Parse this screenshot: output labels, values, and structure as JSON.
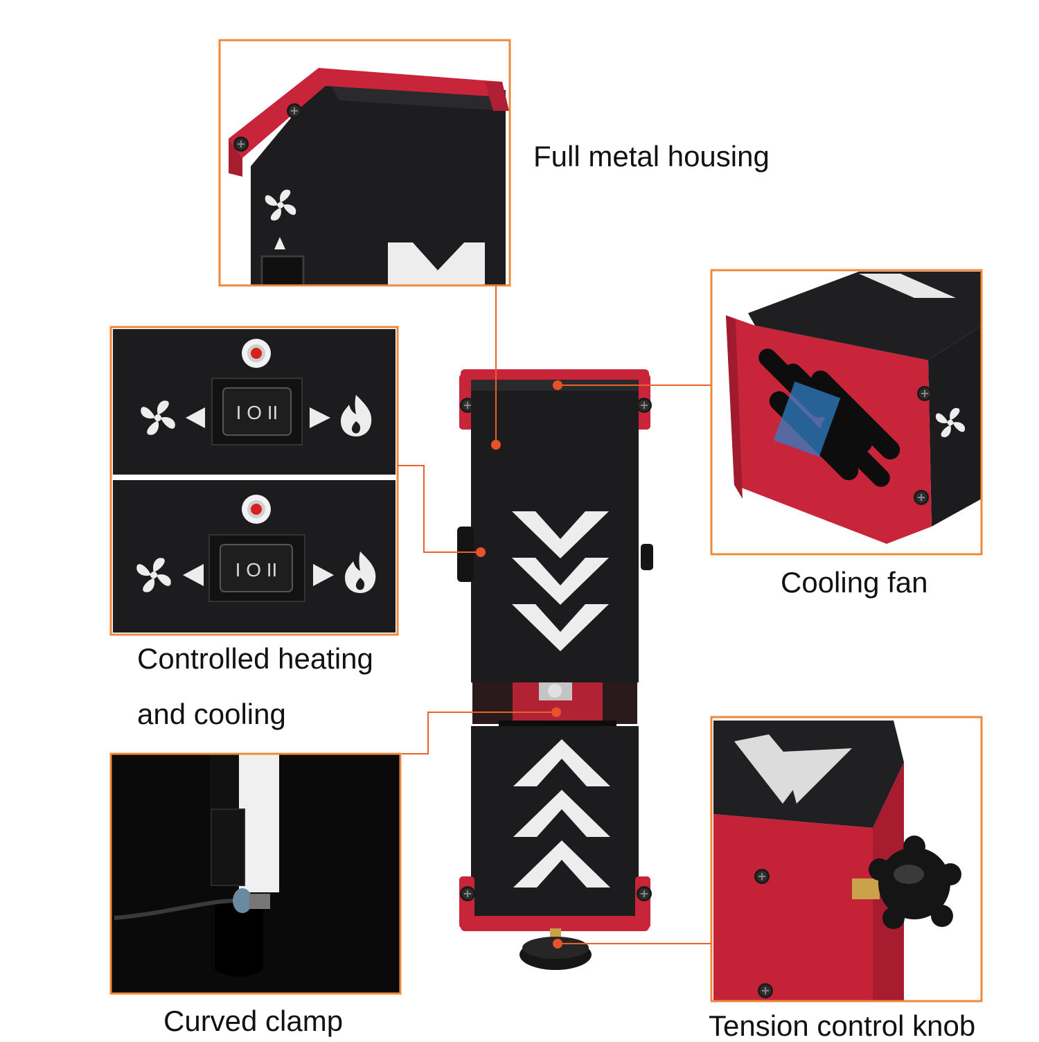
{
  "labels": {
    "full_metal_housing": "Full metal housing",
    "cooling_fan": "Cooling fan",
    "controlled_heating_line1": "Controlled heating",
    "controlled_heating_line2": "and cooling",
    "curved_clamp": "Curved clamp",
    "tension_control_knob": "Tension control knob"
  },
  "switch_markings": {
    "top": "I O II",
    "bottom": "I O II"
  },
  "colors": {
    "callout_frame": "#f0883c",
    "leader_line": "#e8622a",
    "leader_dot": "#e8522a",
    "housing_red": "#c8243a",
    "housing_black": "#1c1c1e",
    "marking_white": "#efefef"
  },
  "icons": [
    "fan-icon",
    "flame-icon",
    "arrow-left-icon",
    "arrow-right-icon",
    "indicator-light-icon",
    "chevron-icon",
    "screw-icon",
    "knob-icon"
  ]
}
